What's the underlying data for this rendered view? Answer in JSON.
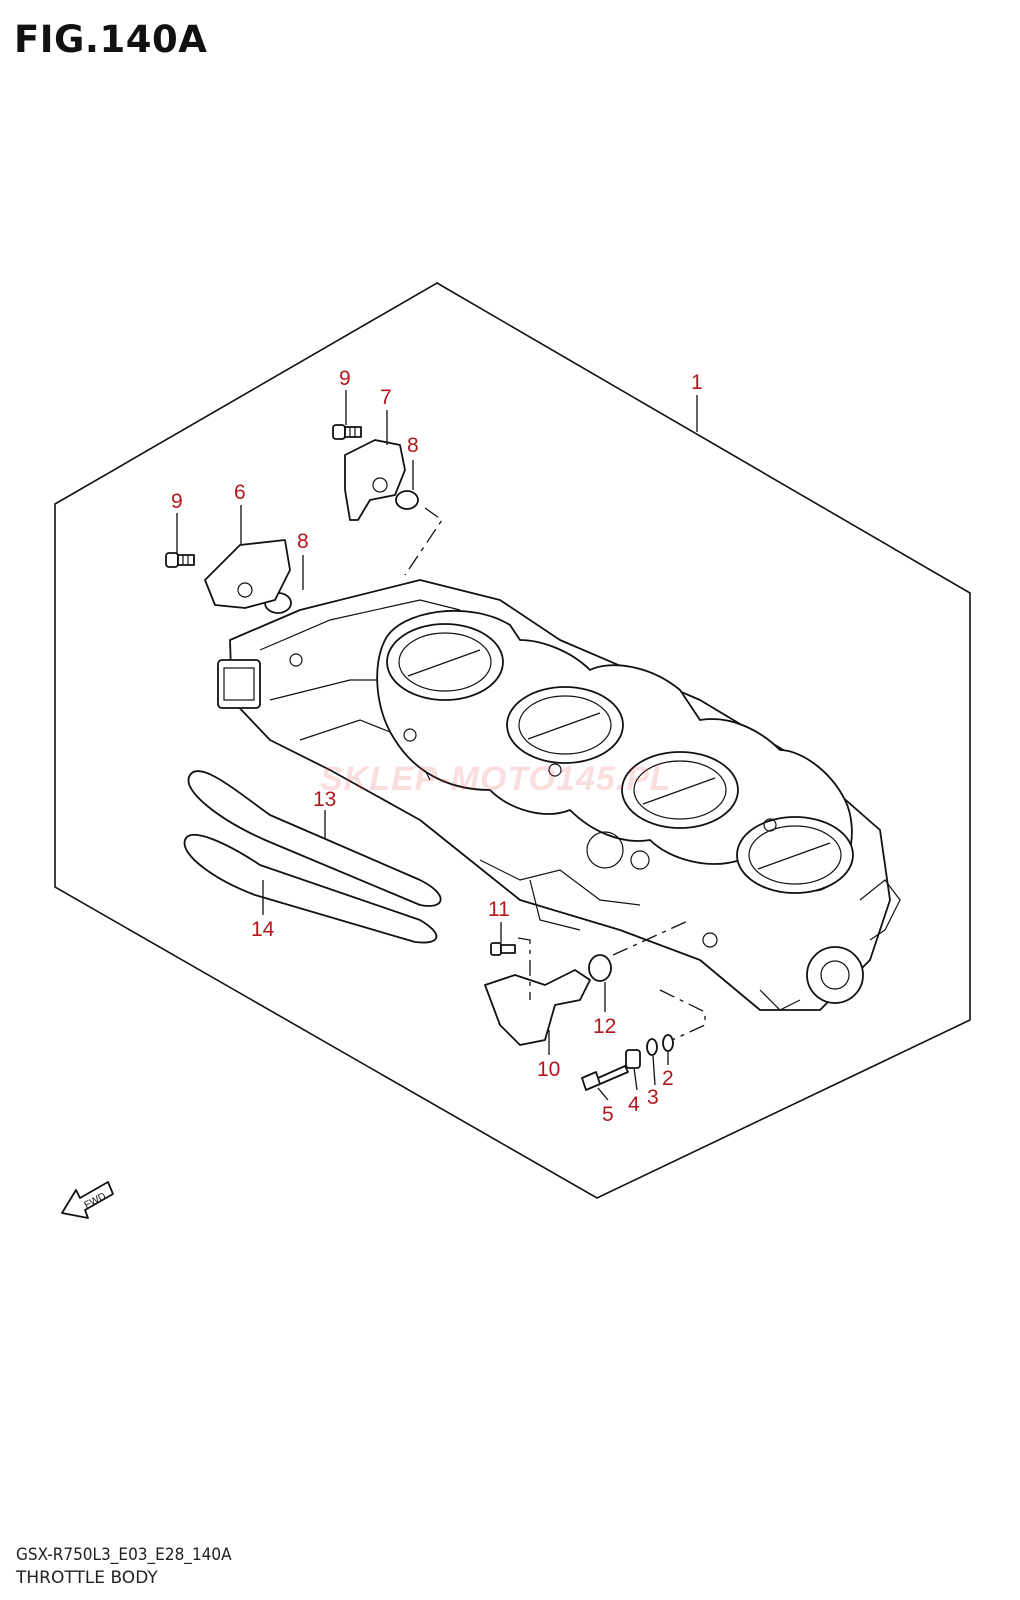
{
  "figure": {
    "title": "FIG.140A"
  },
  "callouts": [
    {
      "id": "c1",
      "label": "1"
    },
    {
      "id": "c2",
      "label": "2"
    },
    {
      "id": "c3",
      "label": "3"
    },
    {
      "id": "c4",
      "label": "4"
    },
    {
      "id": "c5",
      "label": "5"
    },
    {
      "id": "c6",
      "label": "6"
    },
    {
      "id": "c7",
      "label": "7"
    },
    {
      "id": "c8a",
      "label": "8"
    },
    {
      "id": "c8b",
      "label": "8"
    },
    {
      "id": "c9a",
      "label": "9"
    },
    {
      "id": "c9b",
      "label": "9"
    },
    {
      "id": "c10",
      "label": "10"
    },
    {
      "id": "c11",
      "label": "11"
    },
    {
      "id": "c12",
      "label": "12"
    },
    {
      "id": "c13",
      "label": "13"
    },
    {
      "id": "c14",
      "label": "14"
    }
  ],
  "fwd_label": "FWD",
  "watermark": "SKLEP-MOTO145.PL",
  "footer": {
    "model_code": "GSX-R750L3_E03_E28_140A",
    "part_name": "THROTTLE BODY"
  }
}
